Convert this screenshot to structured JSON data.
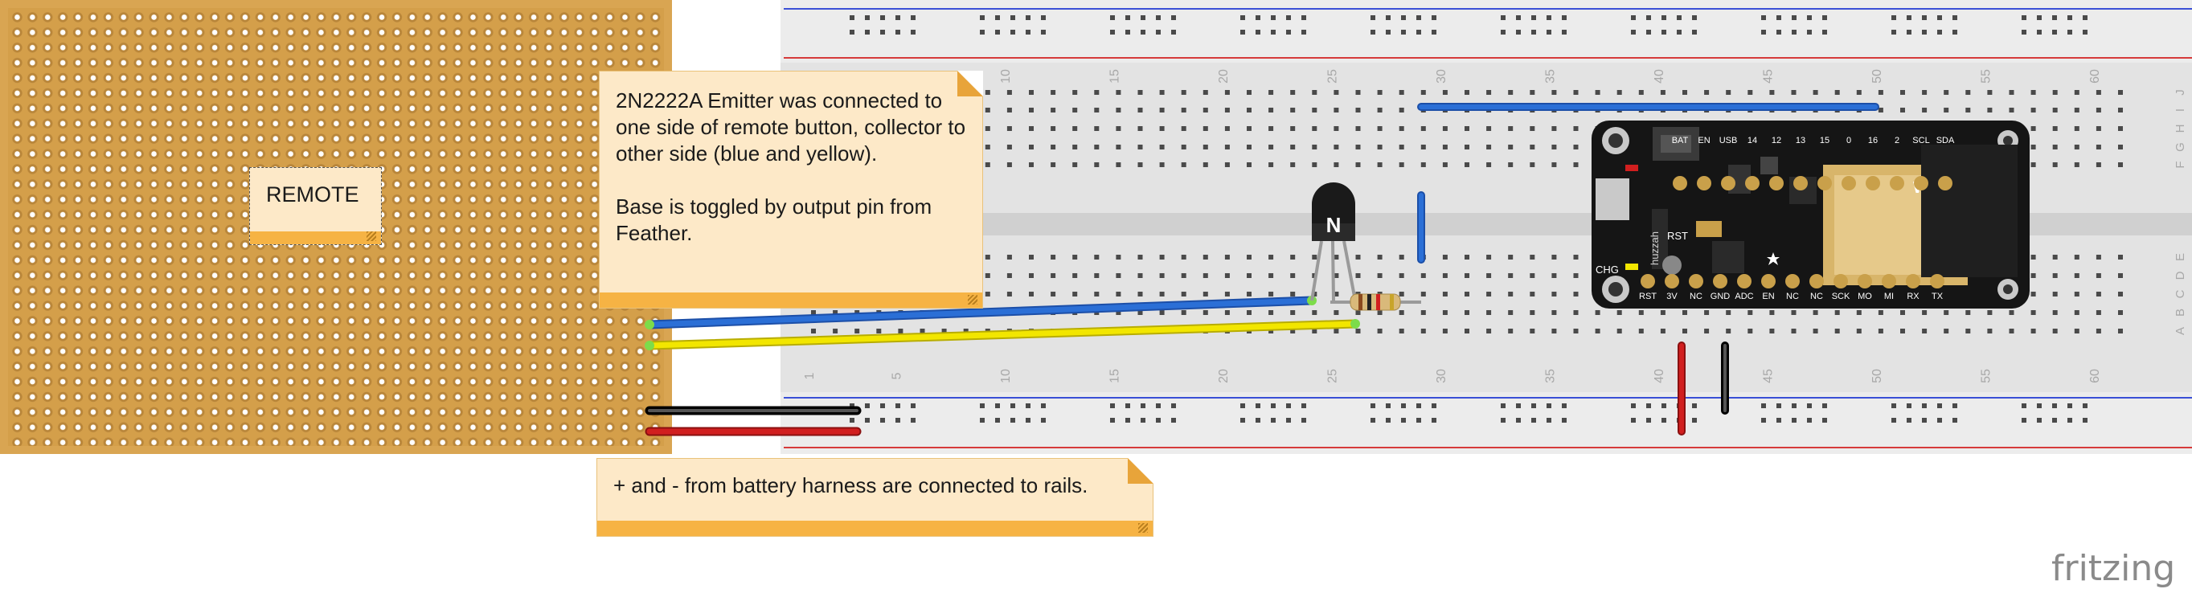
{
  "notes": {
    "remote": "REMOTE",
    "emitter": "2N2222A Emitter was connected to one side of remote button, collector to other side (blue and yellow).\n\nBase is toggled by output pin from Feather.",
    "battery": "+ and - from battery harness are connected to rails."
  },
  "breadboard": {
    "column_numbers": [
      "1",
      "5",
      "10",
      "15",
      "20",
      "25",
      "30",
      "35",
      "40",
      "45",
      "50",
      "55",
      "60"
    ],
    "row_letters_top": [
      "F",
      "G",
      "H",
      "I",
      "J"
    ],
    "row_letters_bottom": [
      "A",
      "B",
      "C",
      "D",
      "E"
    ]
  },
  "transistor": {
    "label": "N"
  },
  "feather": {
    "brand": "huzzah",
    "pins_top": [
      "BAT",
      "EN",
      "USB",
      "14",
      "12",
      "13",
      "15",
      "0",
      "16",
      "2",
      "SCL",
      "SDA"
    ],
    "pins_bottom": [
      "RST",
      "3V",
      "NC",
      "GND",
      "ADC",
      "EN",
      "NC",
      "NC",
      "SCK",
      "MO",
      "MI",
      "RX",
      "TX"
    ],
    "labels": [
      "RST",
      "CHG",
      "WiFi"
    ]
  },
  "wires": {
    "blue": "#2b6fd6",
    "yellow": "#f2e600",
    "red": "#d11f1f",
    "black": "#222222"
  },
  "brand": "fritzing"
}
